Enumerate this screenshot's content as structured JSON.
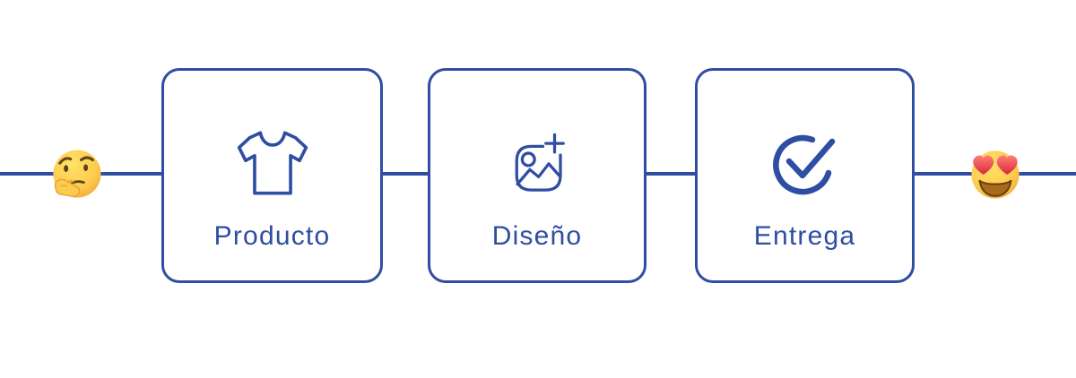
{
  "theme": {
    "accent": "#2F4DA2",
    "background": "#FFFFFF",
    "emoji_yellow": "#FDCB4D",
    "heart_red": "#E8304A"
  },
  "flow": {
    "start_emoji": "thinking-face-emoji",
    "end_emoji": "heart-eyes-emoji",
    "steps": [
      {
        "label": "Producto",
        "icon": "tshirt-icon"
      },
      {
        "label": "Diseño",
        "icon": "image-plus-icon"
      },
      {
        "label": "Entrega",
        "icon": "check-circle-icon"
      }
    ]
  }
}
